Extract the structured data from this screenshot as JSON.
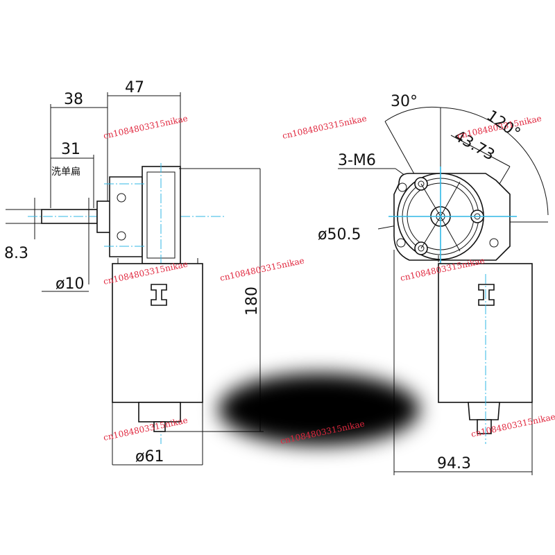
{
  "dimensions": {
    "d38": "38",
    "d47": "47",
    "d31": "31",
    "flat_note": "洗单扁",
    "d8_3": "8.3",
    "d10": "ø10",
    "d180": "180",
    "d61": "ø61",
    "d30deg": "30°",
    "d120deg": "120°",
    "d43_73": "43.73",
    "m6": "3-M6",
    "d50_5": "ø50.5",
    "d94_3": "94.3"
  },
  "watermark": "cn1084803315nikae",
  "colors": {
    "ink": "#111111",
    "centerline": "#2fb7e6",
    "watermark": "#e0263d"
  }
}
